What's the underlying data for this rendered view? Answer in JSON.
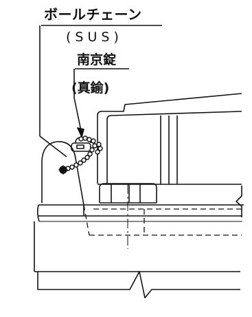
{
  "labels": {
    "chain": "ボールチェーン",
    "chain_material": "(SUS)",
    "lock": "南京錠",
    "lock_material": "(真鍮)"
  },
  "colors": {
    "line": "#111111",
    "background": "#ffffff"
  }
}
